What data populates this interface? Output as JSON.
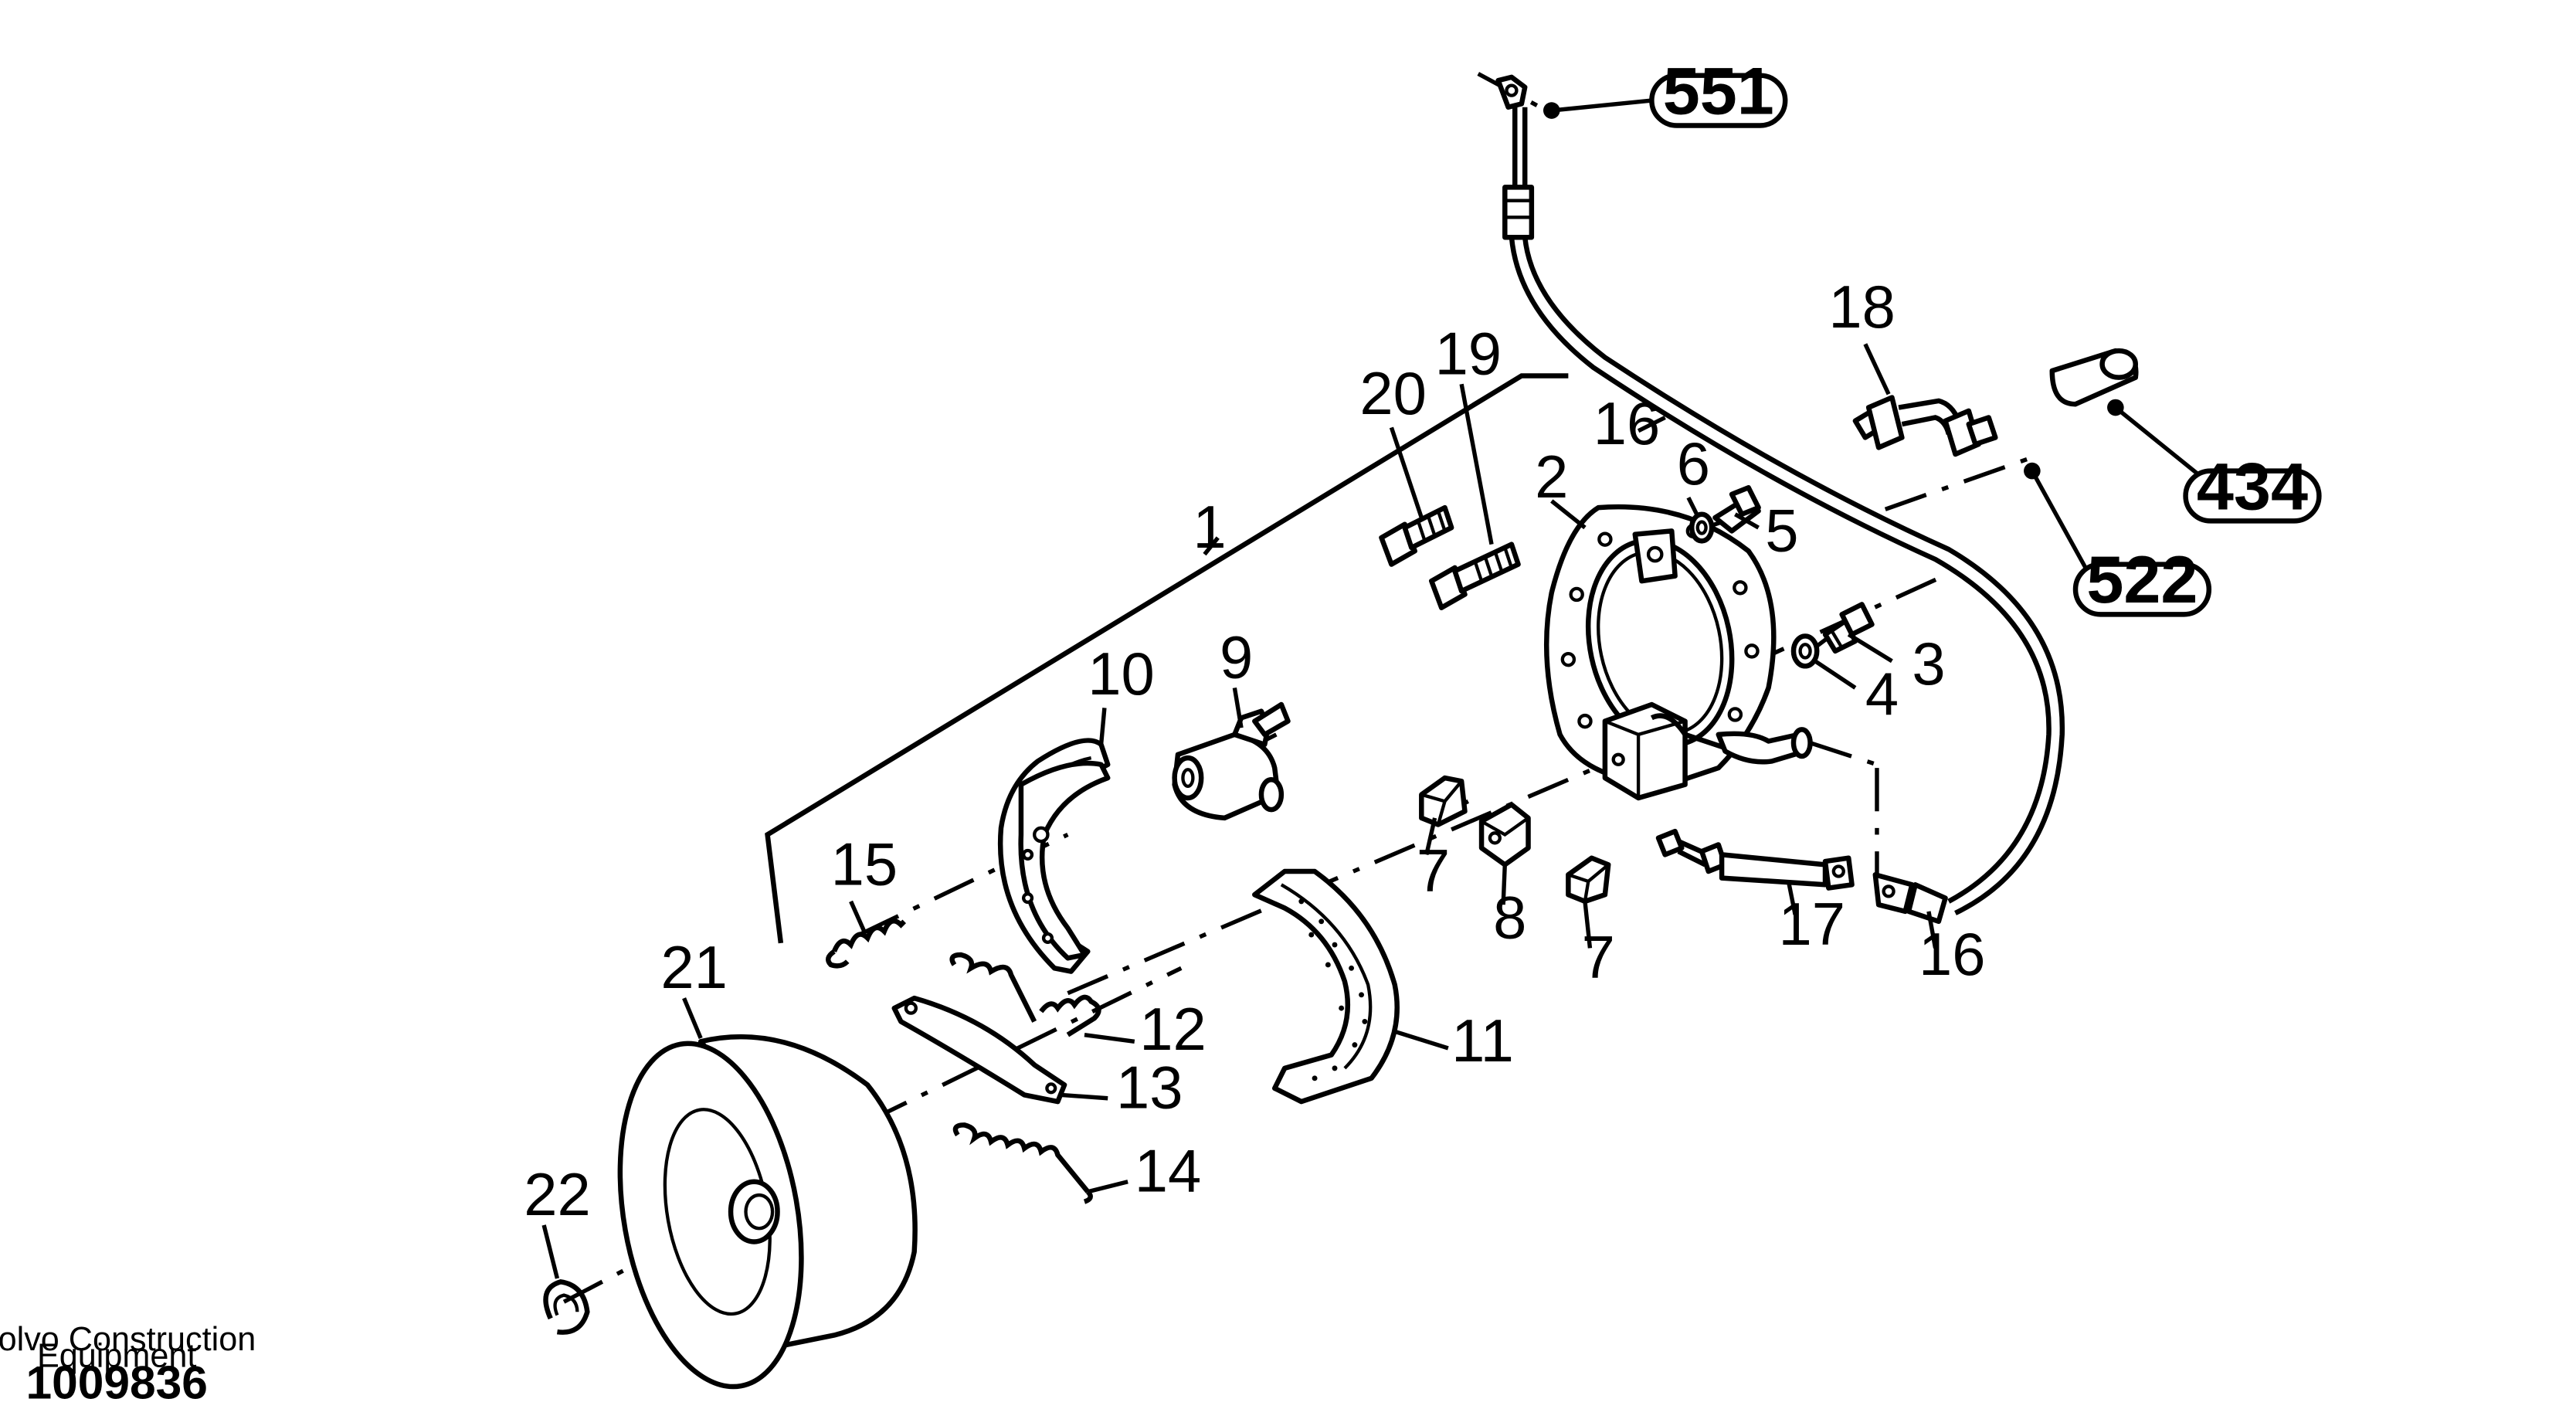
{
  "diagram": {
    "labels": {
      "l1": "1",
      "l2": "2",
      "l3": "3",
      "l4": "4",
      "l5": "5",
      "l6": "6",
      "l7a": "7",
      "l7b": "7",
      "l8": "8",
      "l9": "9",
      "l10": "10",
      "l11": "11",
      "l12": "12",
      "l13": "13",
      "l14": "14",
      "l15": "15",
      "l16a": "16",
      "l16b": "16",
      "l17": "17",
      "l18": "18",
      "l19": "19",
      "l20": "20",
      "l21": "21",
      "l22": "22"
    },
    "refs": {
      "r551": "551",
      "r434": "434",
      "r522": "522"
    },
    "footer": {
      "maker_line1": "Volvo Construction",
      "maker_line2": "Equipment",
      "doc_number": "1009836"
    }
  }
}
